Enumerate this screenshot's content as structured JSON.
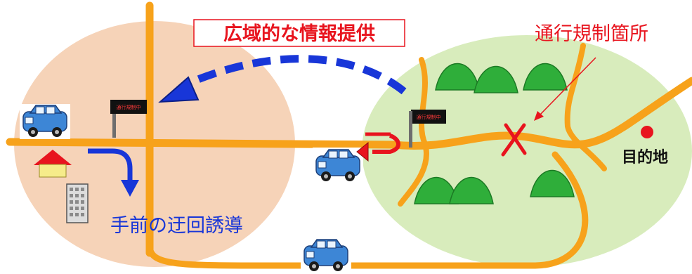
{
  "labels": {
    "wide_area_info": "広域的な情報提供",
    "traffic_restriction": "通行規制箇所",
    "destination": "目的地",
    "detour_guidance": "手前の迂回誘導",
    "sign_text": "通行規制中"
  },
  "colors": {
    "road": "#f7a21b",
    "left_zone": "#f6d3b8",
    "right_zone": "#d8ecbc",
    "mountain": "#2fae3a",
    "red": "#e8141e",
    "blue_arrow": "#1836d8",
    "car_body": "#3d86d6",
    "box_border": "#e8141e"
  },
  "icons": [
    "car-icon",
    "road-sign-icon",
    "house-icon",
    "building-icon",
    "mountain-icon",
    "u-turn-arrow-icon",
    "x-mark-icon",
    "destination-dot-icon"
  ]
}
